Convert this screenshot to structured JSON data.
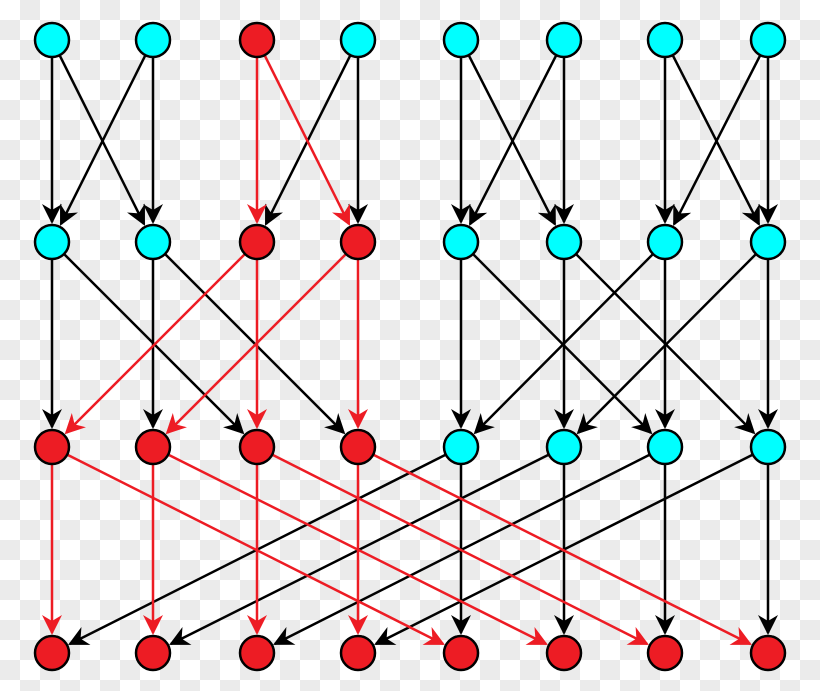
{
  "diagram": {
    "type": "butterfly-network",
    "colors": {
      "active": "#ed1c24",
      "inactive": "#00ffff",
      "edge_active": "#ed1c24",
      "edge_inactive": "#000000",
      "outline": "#000000"
    },
    "levels": [
      [
        "inactive",
        "inactive",
        "active",
        "inactive",
        "inactive",
        "inactive",
        "inactive",
        "inactive"
      ],
      [
        "inactive",
        "inactive",
        "active",
        "active",
        "inactive",
        "inactive",
        "inactive",
        "inactive"
      ],
      [
        "active",
        "active",
        "active",
        "active",
        "inactive",
        "inactive",
        "inactive",
        "inactive"
      ],
      [
        "active",
        "active",
        "active",
        "active",
        "active",
        "active",
        "active",
        "active"
      ]
    ],
    "stages": [
      {
        "edges": [
          [
            0,
            0,
            "inactive"
          ],
          [
            0,
            1,
            "inactive"
          ],
          [
            1,
            1,
            "inactive"
          ],
          [
            1,
            0,
            "inactive"
          ],
          [
            2,
            2,
            "active"
          ],
          [
            2,
            3,
            "active"
          ],
          [
            3,
            3,
            "inactive"
          ],
          [
            3,
            2,
            "inactive"
          ],
          [
            4,
            4,
            "inactive"
          ],
          [
            4,
            5,
            "inactive"
          ],
          [
            5,
            5,
            "inactive"
          ],
          [
            5,
            4,
            "inactive"
          ],
          [
            6,
            6,
            "inactive"
          ],
          [
            6,
            7,
            "inactive"
          ],
          [
            7,
            7,
            "inactive"
          ],
          [
            7,
            6,
            "inactive"
          ]
        ]
      },
      {
        "edges": [
          [
            0,
            0,
            "inactive"
          ],
          [
            0,
            2,
            "inactive"
          ],
          [
            1,
            1,
            "inactive"
          ],
          [
            1,
            3,
            "inactive"
          ],
          [
            2,
            2,
            "active"
          ],
          [
            2,
            0,
            "active"
          ],
          [
            3,
            3,
            "active"
          ],
          [
            3,
            1,
            "active"
          ],
          [
            4,
            4,
            "inactive"
          ],
          [
            4,
            6,
            "inactive"
          ],
          [
            5,
            5,
            "inactive"
          ],
          [
            5,
            7,
            "inactive"
          ],
          [
            6,
            6,
            "inactive"
          ],
          [
            6,
            4,
            "inactive"
          ],
          [
            7,
            7,
            "inactive"
          ],
          [
            7,
            5,
            "inactive"
          ]
        ]
      },
      {
        "edges": [
          [
            0,
            0,
            "active"
          ],
          [
            0,
            4,
            "active"
          ],
          [
            1,
            1,
            "active"
          ],
          [
            1,
            5,
            "active"
          ],
          [
            2,
            2,
            "active"
          ],
          [
            2,
            6,
            "active"
          ],
          [
            3,
            3,
            "active"
          ],
          [
            3,
            7,
            "active"
          ],
          [
            4,
            4,
            "inactive"
          ],
          [
            4,
            0,
            "inactive"
          ],
          [
            5,
            5,
            "inactive"
          ],
          [
            5,
            1,
            "inactive"
          ],
          [
            6,
            6,
            "inactive"
          ],
          [
            6,
            2,
            "inactive"
          ],
          [
            7,
            7,
            "inactive"
          ],
          [
            7,
            3,
            "inactive"
          ]
        ]
      }
    ]
  }
}
